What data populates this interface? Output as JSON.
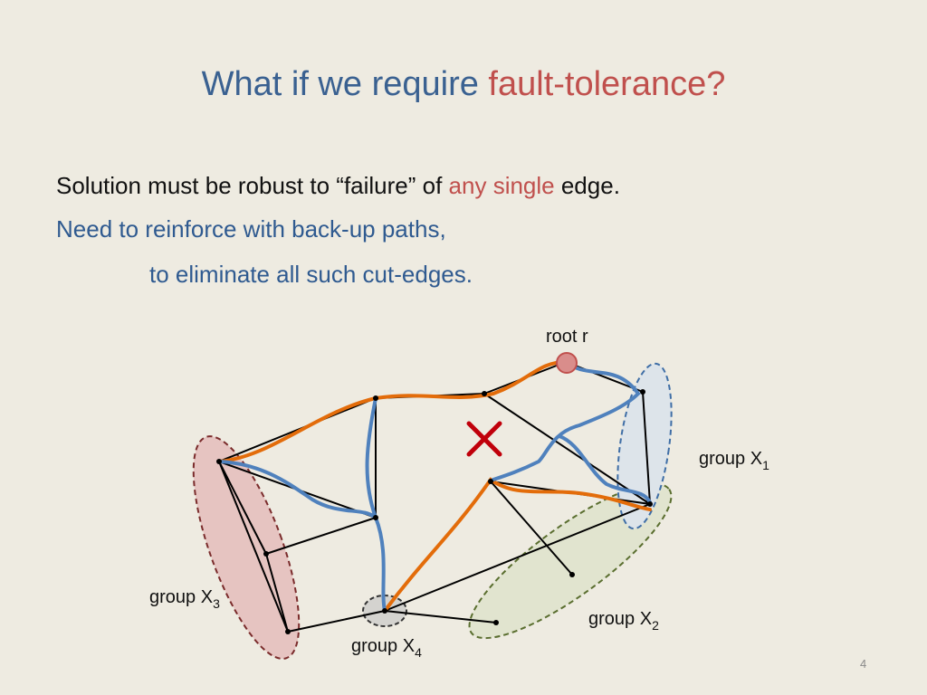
{
  "slide": {
    "title_main": "What if we require ",
    "title_accent": "fault-tolerance?",
    "line1_a": "Solution must be robust to “failure” of ",
    "line1_accent": "any single",
    "line1_b": " edge.",
    "line2": "Need to reinforce with back-up paths,",
    "line3": "to eliminate all such cut-edges.",
    "page_number": "4"
  },
  "diagram": {
    "root_label": "root r",
    "groups": [
      {
        "prefix": "group X",
        "sub": "1"
      },
      {
        "prefix": "group X",
        "sub": "2"
      },
      {
        "prefix": "group X",
        "sub": "3"
      },
      {
        "prefix": "group X",
        "sub": "4"
      }
    ],
    "colors": {
      "orange_path": "#e36c0a",
      "blue_path": "#4f81bd",
      "edge": "#000000",
      "failure_mark": "#c0000b",
      "root_fill": "#d98d8b",
      "root_stroke": "#c0504d",
      "group1_fill": "#dde4ea",
      "group2_fill": "#e1e4cf",
      "group3_fill": "#e6c4c1",
      "group4_fill": "#d4d3cf"
    }
  }
}
